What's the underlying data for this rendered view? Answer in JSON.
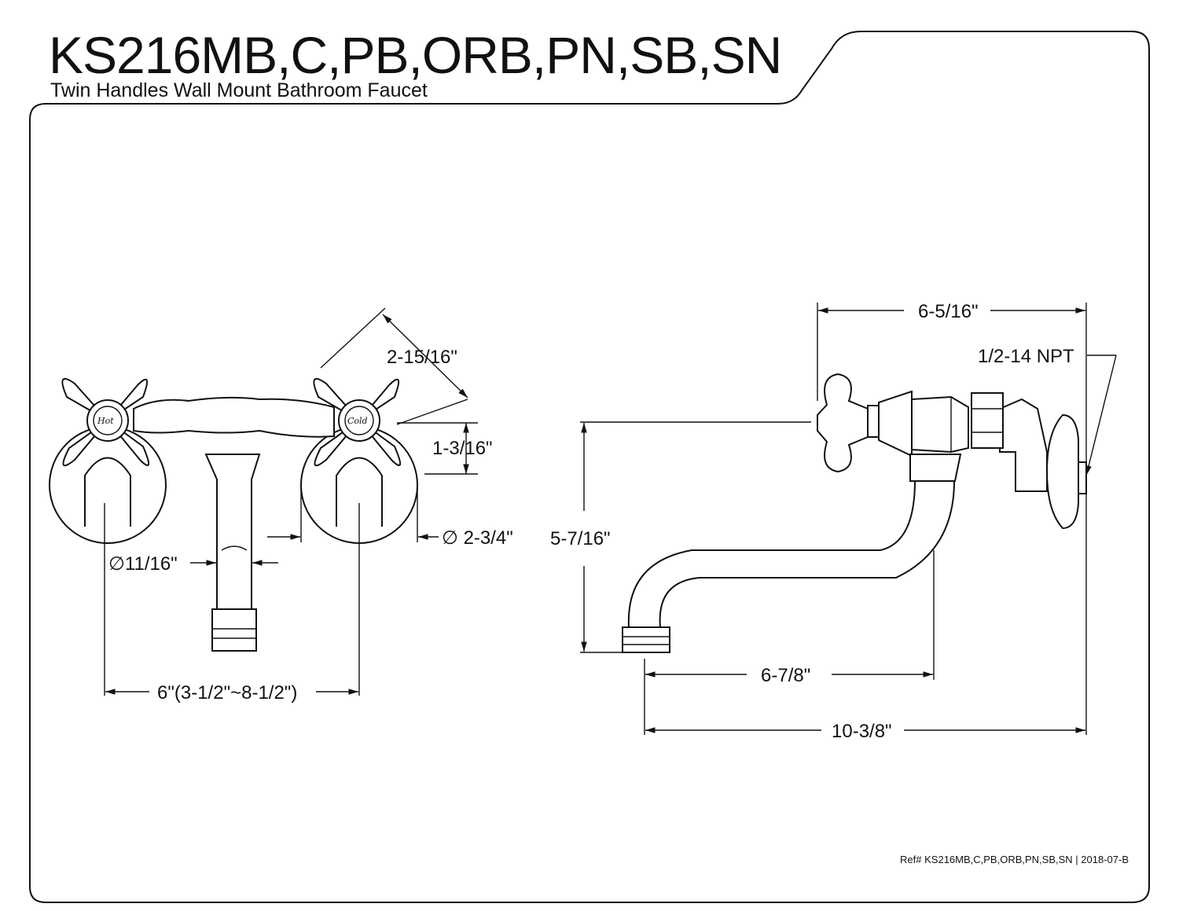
{
  "header": {
    "title": "KS216MB,C,PB,ORB,PN,SB,SN",
    "subtitle": "Twin Handles Wall Mount Bathroom Faucet"
  },
  "front_view": {
    "hot_label": "Hot",
    "cold_label": "Cold",
    "dim_handle_diag": "2-15/16\"",
    "dim_handle_height": "1-3/16\"",
    "dim_flange_dia": "∅ 2-3/4\"",
    "dim_spout_dia": "∅11/16\"",
    "dim_center_spread": "6\"(3-1/2\"~8-1/2\")"
  },
  "side_view": {
    "dim_top_length": "6-5/16\"",
    "dim_thread": "1/2-14 NPT",
    "dim_height": "5-7/16\"",
    "dim_spout_reach": "6-7/8\"",
    "dim_total_length": "10-3/8\""
  },
  "footer": {
    "ref": "Ref# KS216MB,C,PB,ORB,PN,SB,SN | 2018-07-B"
  }
}
